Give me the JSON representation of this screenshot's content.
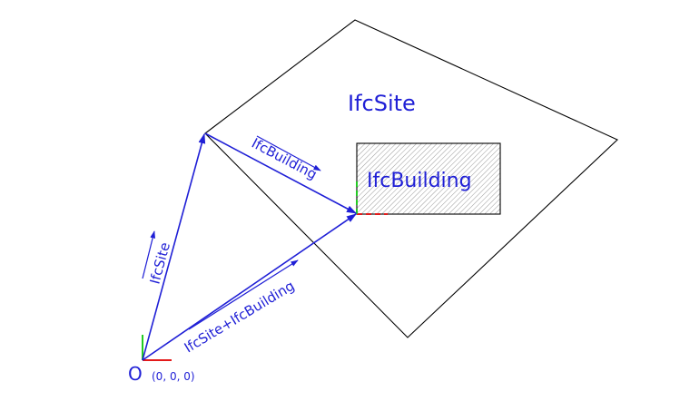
{
  "labels": {
    "site": "IfcSite",
    "building": "IfcBuilding",
    "vector_site": "IfcSite",
    "vector_building": "IfcBuilding",
    "vector_sum": "IfcSite+IfcBuilding",
    "origin": "O",
    "origin_coords": "(0, 0, 0)"
  },
  "colors": {
    "vector": "#1f1fd6",
    "outline": "#000000",
    "x_axis": "#e31a1a",
    "y_axis": "#22cc22",
    "hatch": "#888888"
  }
}
